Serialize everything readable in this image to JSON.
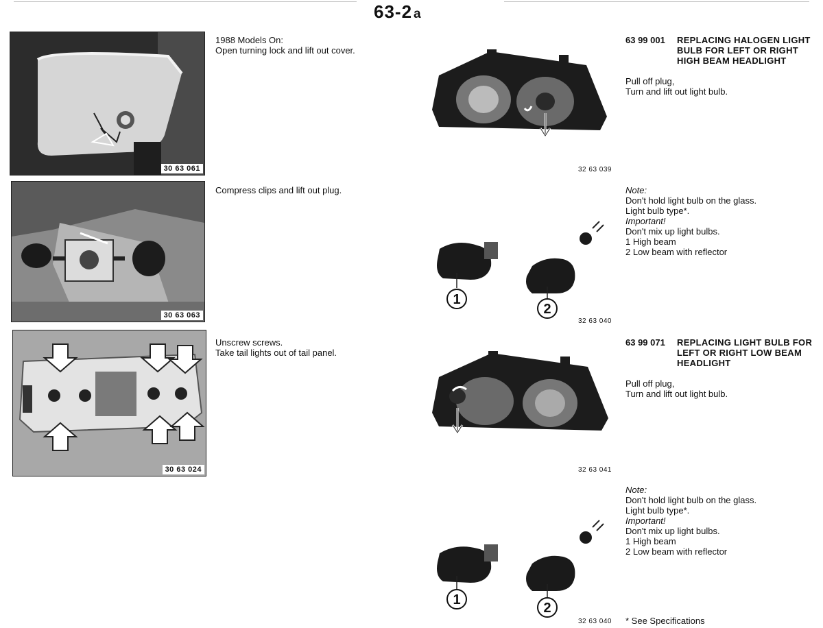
{
  "page": {
    "number": "63-2",
    "suffix": "a"
  },
  "left": {
    "steps": [
      {
        "photo_code": "30 63 061",
        "text": "1988 Models On:\nOpen turning lock and lift out cover."
      },
      {
        "photo_code": "30 63 063",
        "text": "Compress clips and lift out plug."
      },
      {
        "photo_code": "30 63 024",
        "text": "Unscrew screws.\nTake tail lights out of tail panel."
      }
    ]
  },
  "right": {
    "section1": {
      "number": "63 99 001",
      "title": "REPLACING HALOGEN LIGHT\nBULB FOR LEFT OR RIGHT\nHIGH BEAM HEADLIGHT",
      "instructions": "Pull off plug,\nTurn and lift out light bulb.",
      "figure_code": "32 63 039"
    },
    "note1": {
      "note_label": "Note:",
      "line1": "Don't hold light bulb on the glass.",
      "line2": "Light bulb type*.",
      "important_label": "Important!",
      "line3": "Don't mix up light bulbs.",
      "item1": "1  High beam",
      "item2": "2  Low beam with reflector",
      "figure_code": "32 63 040",
      "callout1": "1",
      "callout2": "2"
    },
    "section2": {
      "number": "63 99 071",
      "title": "REPLACING LIGHT BULB FOR\nLEFT OR RIGHT LOW BEAM\nHEADLIGHT",
      "instructions": "Pull off plug,\nTurn and lift out light bulb.",
      "figure_code": "32 63 041"
    },
    "note2": {
      "note_label": "Note:",
      "line1": "Don't hold light bulb on the glass.",
      "line2": "Light bulb type*.",
      "important_label": "Important!",
      "line3": "Don't mix up light bulbs.",
      "item1": "1  High beam",
      "item2": "2  Low beam with reflector",
      "figure_code": "32 63 040",
      "callout1": "1",
      "callout2": "2"
    },
    "footnote": "* See Specifications"
  }
}
